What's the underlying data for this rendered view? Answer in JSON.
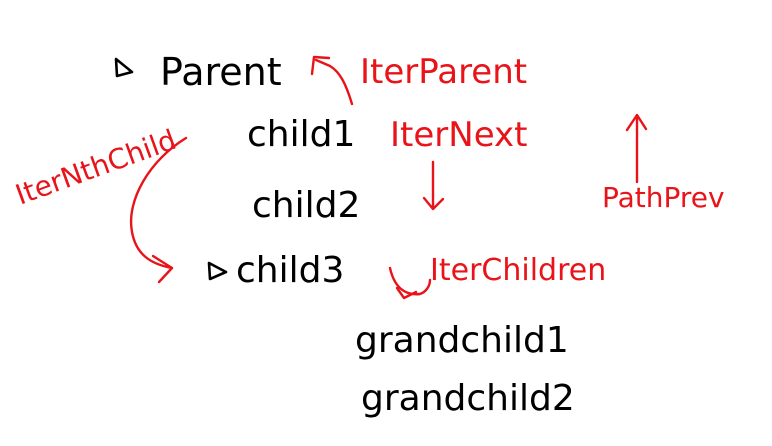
{
  "colors": {
    "black_ink": "#000000",
    "red_ink": "#e8141a",
    "background": "#ffffff"
  },
  "tree": {
    "parent": "Parent",
    "child1": "child1",
    "child2": "child2",
    "child3": "child3",
    "grandchild1": "grandchild1",
    "grandchild2": "grandchild2"
  },
  "annotations": {
    "iter_parent": "IterParent",
    "iter_next": "IterNext",
    "path_prev": "PathPrev",
    "iter_nth_child": "IterNthChild",
    "iter_children": "IterChildren"
  },
  "icons": {
    "parent_expander": "triangle-icon",
    "child3_expander": "triangle-icon"
  }
}
